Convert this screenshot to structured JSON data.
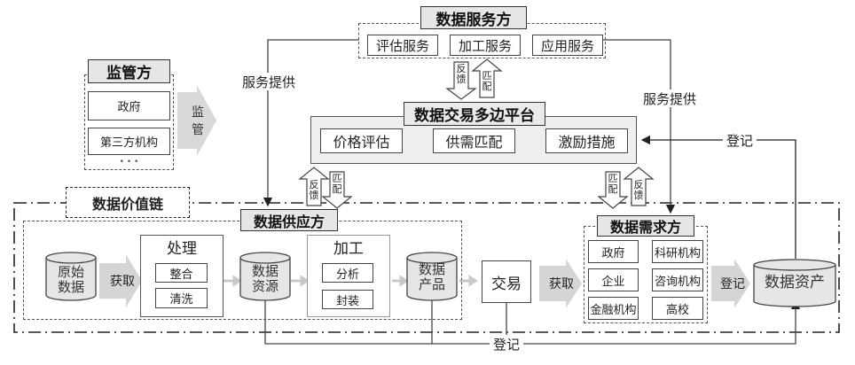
{
  "service_provider": {
    "title": "数据服务方",
    "items": [
      "评估服务",
      "加工服务",
      "应用服务"
    ]
  },
  "regulator": {
    "title": "监管方",
    "items": [
      "政府",
      "第三方机构"
    ],
    "ellipsis": "• • •",
    "arrow_label": [
      "监",
      "管"
    ]
  },
  "platform": {
    "title": "数据交易多边平台",
    "items": [
      "价格评估",
      "供需匹配",
      "激励措施"
    ]
  },
  "value_chain": {
    "title": "数据价值链"
  },
  "supplier": {
    "title": "数据供应方",
    "raw_data": [
      "原始",
      "数据"
    ],
    "acquire_label": "获取",
    "processing": {
      "title": "处理",
      "items": [
        "整合",
        "清洗"
      ]
    },
    "data_resource": [
      "数据",
      "资源"
    ],
    "manufacturing": {
      "title": "加工",
      "items": [
        "分析",
        "封装"
      ]
    },
    "data_product": [
      "数据",
      "产品"
    ]
  },
  "trade": {
    "label": "交易",
    "acquire_label": "获取"
  },
  "demander": {
    "title": "数据需求方",
    "items": [
      "政府",
      "科研机构",
      "企业",
      "咨询机构",
      "金融机构",
      "高校"
    ],
    "register_label": "登记"
  },
  "data_asset": {
    "label": "数据资产"
  },
  "connectors": {
    "service_provide_left": "服务提供",
    "service_provide_right": "服务提供",
    "register_top": "登记",
    "register_bottom": "登记",
    "feedback": "反馈",
    "match": "匹配"
  }
}
